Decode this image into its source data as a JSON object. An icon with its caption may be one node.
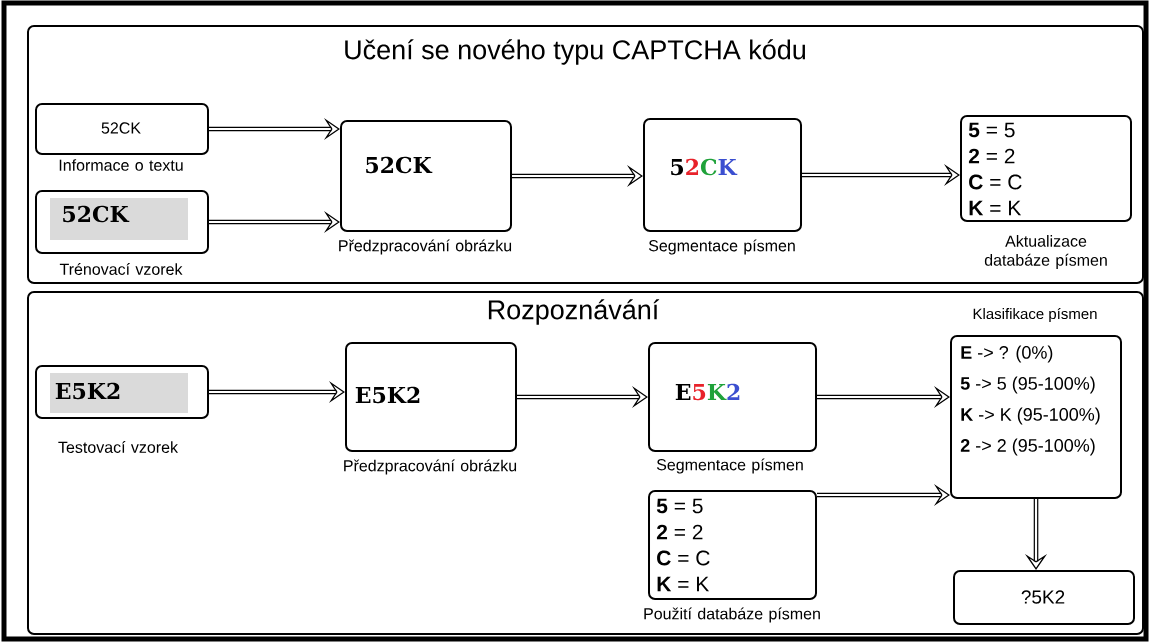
{
  "diagram": {
    "nodes": [
      {
        "text": [
          "Učení se nového typu CAPTCHA kódu"
        ]
      },
      {
        "text": [
          "52CK"
        ],
        "beside": [
          "Informace o textu"
        ],
        "in": 0
      },
      {
        "text": [
          "52CK"
        ],
        "beside": [
          "Trénovací vzorek"
        ],
        "in": 0
      },
      {
        "text": [
          "52CK"
        ],
        "beside": [
          "Předzpracování obrázku"
        ],
        "in": 0
      },
      {
        "text": [
          "5",
          "2",
          "C",
          "K"
        ],
        "beside": [
          "Segmentace písmen"
        ],
        "in": 0
      },
      {
        "text": [
          "**5** = 5",
          "**2** = 2",
          "**C** = C",
          "**K** = K"
        ],
        "beside": [
          "Aktualizace databáze písmen"
        ],
        "in": 0
      },
      {
        "text": [
          "Rozpoznávání"
        ]
      },
      {
        "text": [
          "E5K2"
        ],
        "beside": [
          "Testovací vzorek"
        ],
        "in": 6
      },
      {
        "text": [
          "E5K2"
        ],
        "beside": [
          "Předzpracování obrázku"
        ],
        "in": 6
      },
      {
        "text": [
          "E",
          "5",
          "K",
          "2"
        ],
        "beside": [
          "Segmentace písmen"
        ],
        "in": 6
      },
      {
        "text": [
          "Klasifikace písmen",
          "**E** -> ? (0%)",
          "**5** -> 5 (95-100%)",
          "**K** -> K (95-100%)",
          "**2** -> 2 (95-100%)"
        ],
        "in": 6
      },
      {
        "text": [
          "**5** = 5",
          "**2** = 2",
          "**C** = C",
          "**K** = K"
        ],
        "beside": [
          "Použití databáze písmen"
        ],
        "in": 6
      },
      {
        "text": [
          "?5K2"
        ],
        "in": 6
      }
    ],
    "edges": [
      {
        "from": 1,
        "to": 3,
        "arrow": "to"
      },
      {
        "from": 2,
        "to": 3,
        "arrow": "to"
      },
      {
        "from": 3,
        "to": 4,
        "arrow": "to"
      },
      {
        "from": 4,
        "to": 5,
        "arrow": "to"
      },
      {
        "from": 7,
        "to": 8,
        "arrow": "to"
      },
      {
        "from": 8,
        "to": 9,
        "arrow": "to"
      },
      {
        "from": 9,
        "to": 10,
        "arrow": "to"
      },
      {
        "from": 11,
        "to": 10,
        "arrow": "to"
      },
      {
        "from": 10,
        "to": 12,
        "arrow": "to"
      }
    ]
  }
}
